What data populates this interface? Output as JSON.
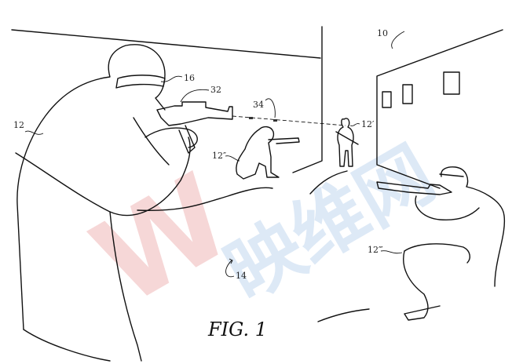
{
  "figure": {
    "caption": "FIG. 1",
    "labels": {
      "environment": "10",
      "user": "12",
      "opponent_standing": "12′",
      "opponent_kneeling": "12″",
      "opponent_crouching": "12‴",
      "floor": "14",
      "headset": "16",
      "weapon": "32",
      "projectile": "34"
    }
  },
  "watermark": {
    "logo_text": "W",
    "text": "映维网",
    "colors": {
      "red": "#f3c9c9",
      "blue": "#cfe0f3"
    }
  }
}
